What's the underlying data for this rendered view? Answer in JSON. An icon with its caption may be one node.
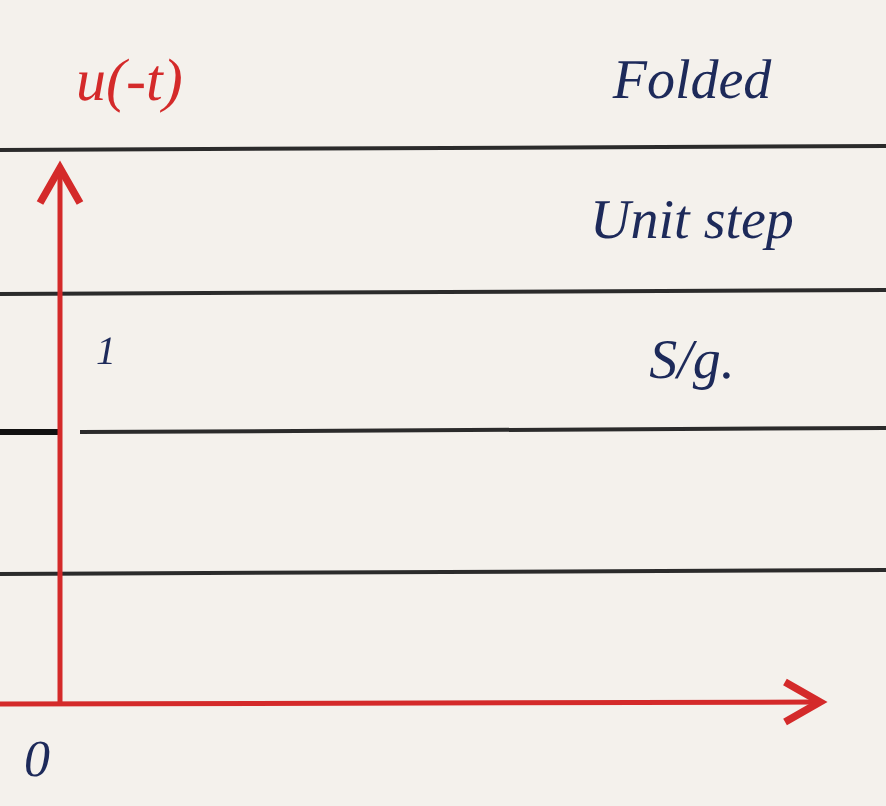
{
  "diagram": {
    "labels": [
      "u(-t)",
      "1",
      "0",
      "Folded Unit step S/g."
    ]
  }
}
